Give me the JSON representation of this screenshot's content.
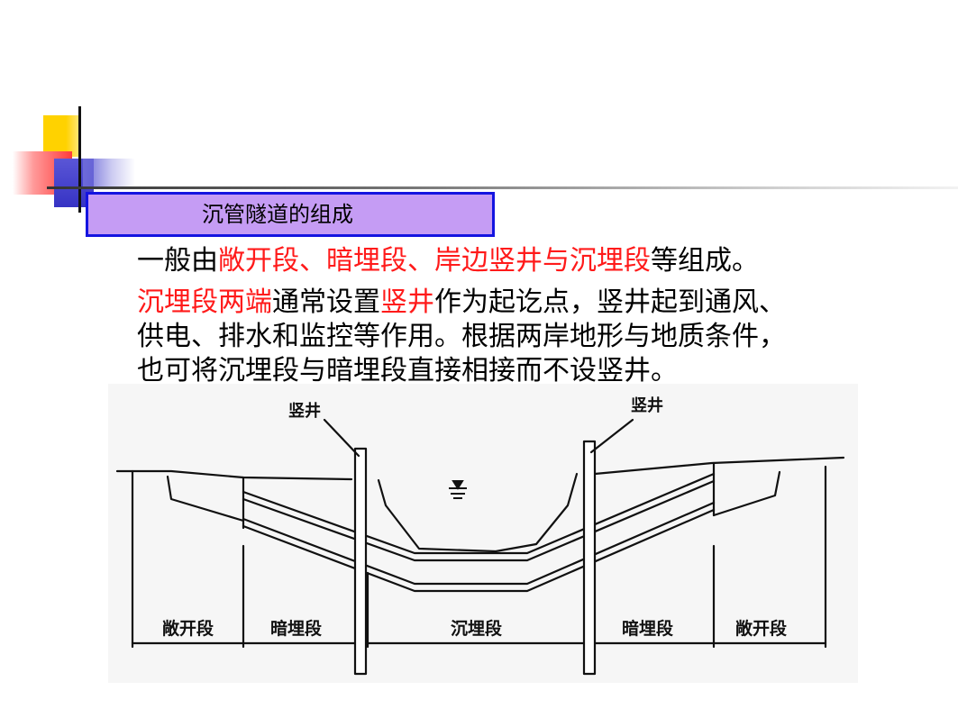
{
  "title": "沉管隧道的组成",
  "line1": {
    "pre": "一般由",
    "highlight": "敞开段、暗埋段、岸边竖井与沉埋段",
    "post": "等组成。"
  },
  "line2": {
    "highlight1": "沉埋段两端",
    "mid": "通常设置",
    "highlight2": "竖井",
    "post": "作为起讫点，竖井起到通风、"
  },
  "line3": "供电、排水和监控等作用。根据两岸地形与地质条件，",
  "line4": "也可将沉埋段与暗埋段直接相接而不设竖井。",
  "diagram": {
    "labels": {
      "shaft_left": "竖井",
      "shaft_right": "竖井",
      "open_left": "敞开段",
      "cut_left": "暗埋段",
      "immersed": "沉埋段",
      "cut_right": "暗埋段",
      "open_right": "敞开段"
    }
  },
  "colors": {
    "highlight": "#ff1a1a",
    "title_bg": "#c59cf4",
    "title_border": "#1414e0"
  }
}
